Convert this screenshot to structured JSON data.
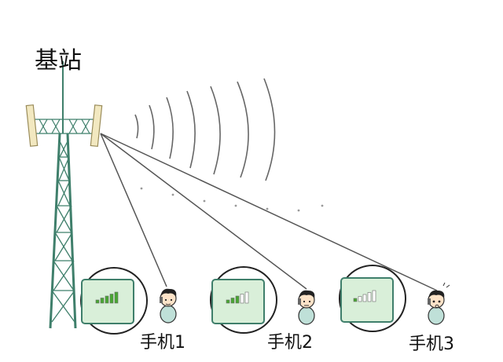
{
  "tower": {
    "label": "基站"
  },
  "phones": [
    {
      "label": "手机1",
      "signal_bars": 5
    },
    {
      "label": "手机2",
      "signal_bars": 3
    },
    {
      "label": "手机3",
      "signal_bars": 1
    }
  ],
  "colors": {
    "bar_full": "#48a832",
    "bar_empty": "#ffffff",
    "tower": "#3f7f6b",
    "antenna": "#f2e8c0",
    "panel": "#d9efd9",
    "line": "#555555"
  }
}
